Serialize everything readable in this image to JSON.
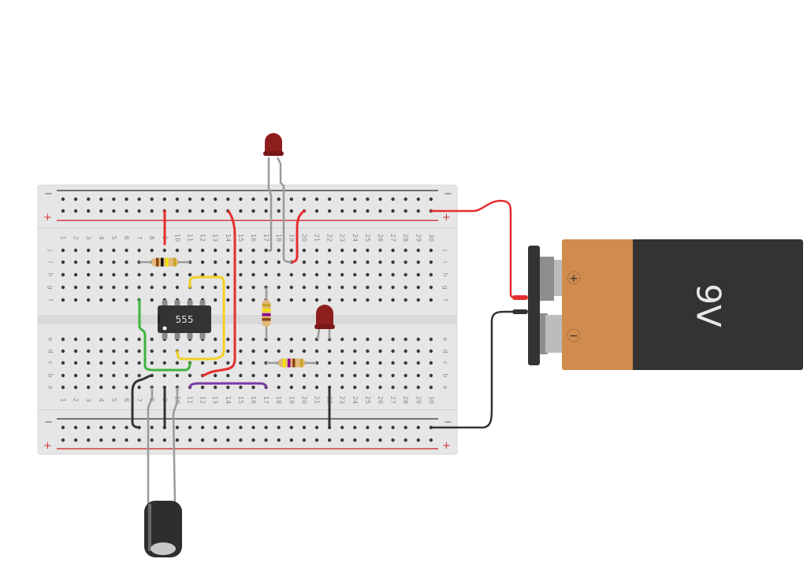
{
  "breadboard": {
    "columns": 30,
    "upper_rows": [
      "j",
      "i",
      "h",
      "g",
      "f"
    ],
    "lower_rows": [
      "e",
      "d",
      "c",
      "b",
      "a"
    ],
    "rail_labels": {
      "negative": "−",
      "positive": "+"
    },
    "colors": {
      "body": "#e6e6e6",
      "hole": "#3a3a3a",
      "negative_line": "#4a4a4a",
      "positive_line": "#d33a3a",
      "divider": "#d8d8d8"
    }
  },
  "components": {
    "ic": {
      "label": "555",
      "type": "timer-ic",
      "pins": 8
    },
    "battery": {
      "label": "9V",
      "plus_symbol": "+",
      "minus_symbol": "−",
      "colors": {
        "cap": "#d08c4e",
        "body": "#333333"
      }
    },
    "led_top": {
      "type": "led",
      "color": "#8e1e1e"
    },
    "led_middle": {
      "type": "led",
      "color": "#8e1e1e"
    },
    "resistor_top": {
      "bands": [
        "#8b4513",
        "#111111",
        "#f5e400",
        "#c9a227"
      ]
    },
    "resistor_vertical": {
      "bands": [
        "#8b4513",
        "#8b008b",
        "#f5e400",
        "#c9a227"
      ]
    },
    "resistor_lower": {
      "bands": [
        "#f5e400",
        "#8b008b",
        "#8b4513",
        "#c9a227"
      ]
    },
    "capacitor": {
      "type": "electrolytic-capacitor"
    }
  },
  "wires": [
    {
      "name": "red-wire-rail-to-resistor",
      "color": "#e62e2e"
    },
    {
      "name": "red-wire-rail-to-row-b",
      "color": "#e62e2e"
    },
    {
      "name": "red-wire-rail-to-led",
      "color": "#e62e2e"
    },
    {
      "name": "red-wire-battery-positive",
      "color": "#e62e2e"
    },
    {
      "name": "yellow-wire",
      "color": "#f2d024"
    },
    {
      "name": "green-wire",
      "color": "#3cb43c"
    },
    {
      "name": "purple-wire",
      "color": "#7a3aa6"
    },
    {
      "name": "black-wire-ground-left",
      "color": "#333333"
    },
    {
      "name": "black-wire-ground-col10",
      "color": "#333333"
    },
    {
      "name": "black-wire-ground-col22",
      "color": "#333333"
    },
    {
      "name": "black-wire-battery-negative",
      "color": "#333333"
    }
  ]
}
